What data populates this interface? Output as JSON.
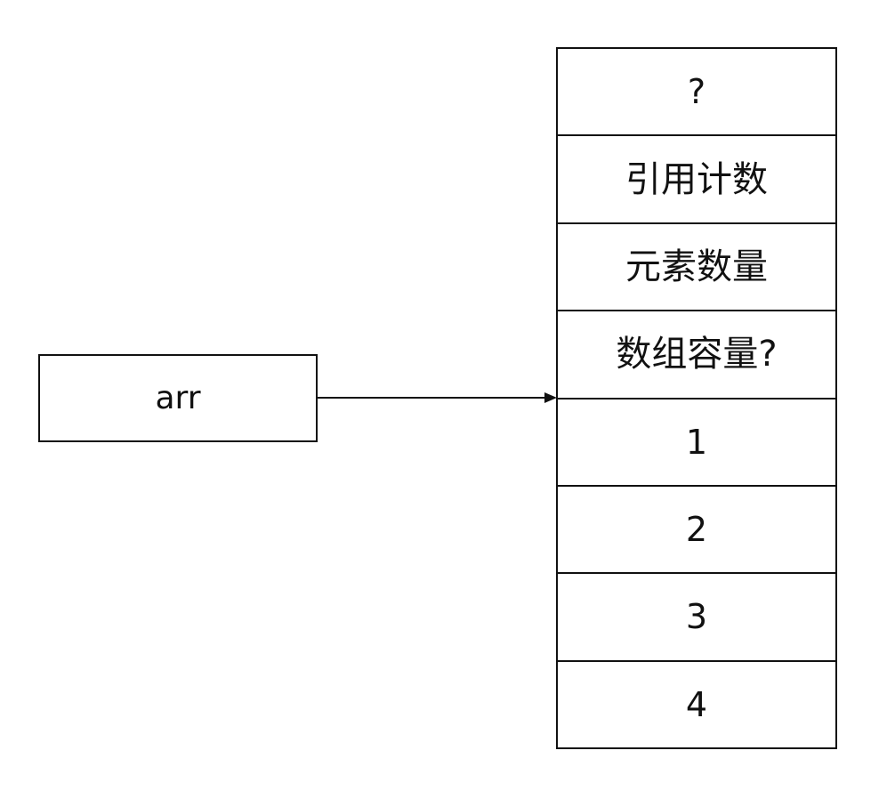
{
  "pointer": {
    "label": "arr"
  },
  "memory_cells": [
    {
      "text": "?"
    },
    {
      "text": "引用计数"
    },
    {
      "text": "元素数量"
    },
    {
      "text": "数组容量?"
    },
    {
      "text": "1"
    },
    {
      "text": "2"
    },
    {
      "text": "3"
    },
    {
      "text": "4"
    }
  ],
  "colors": {
    "stroke": "#111111",
    "background": "#ffffff"
  }
}
